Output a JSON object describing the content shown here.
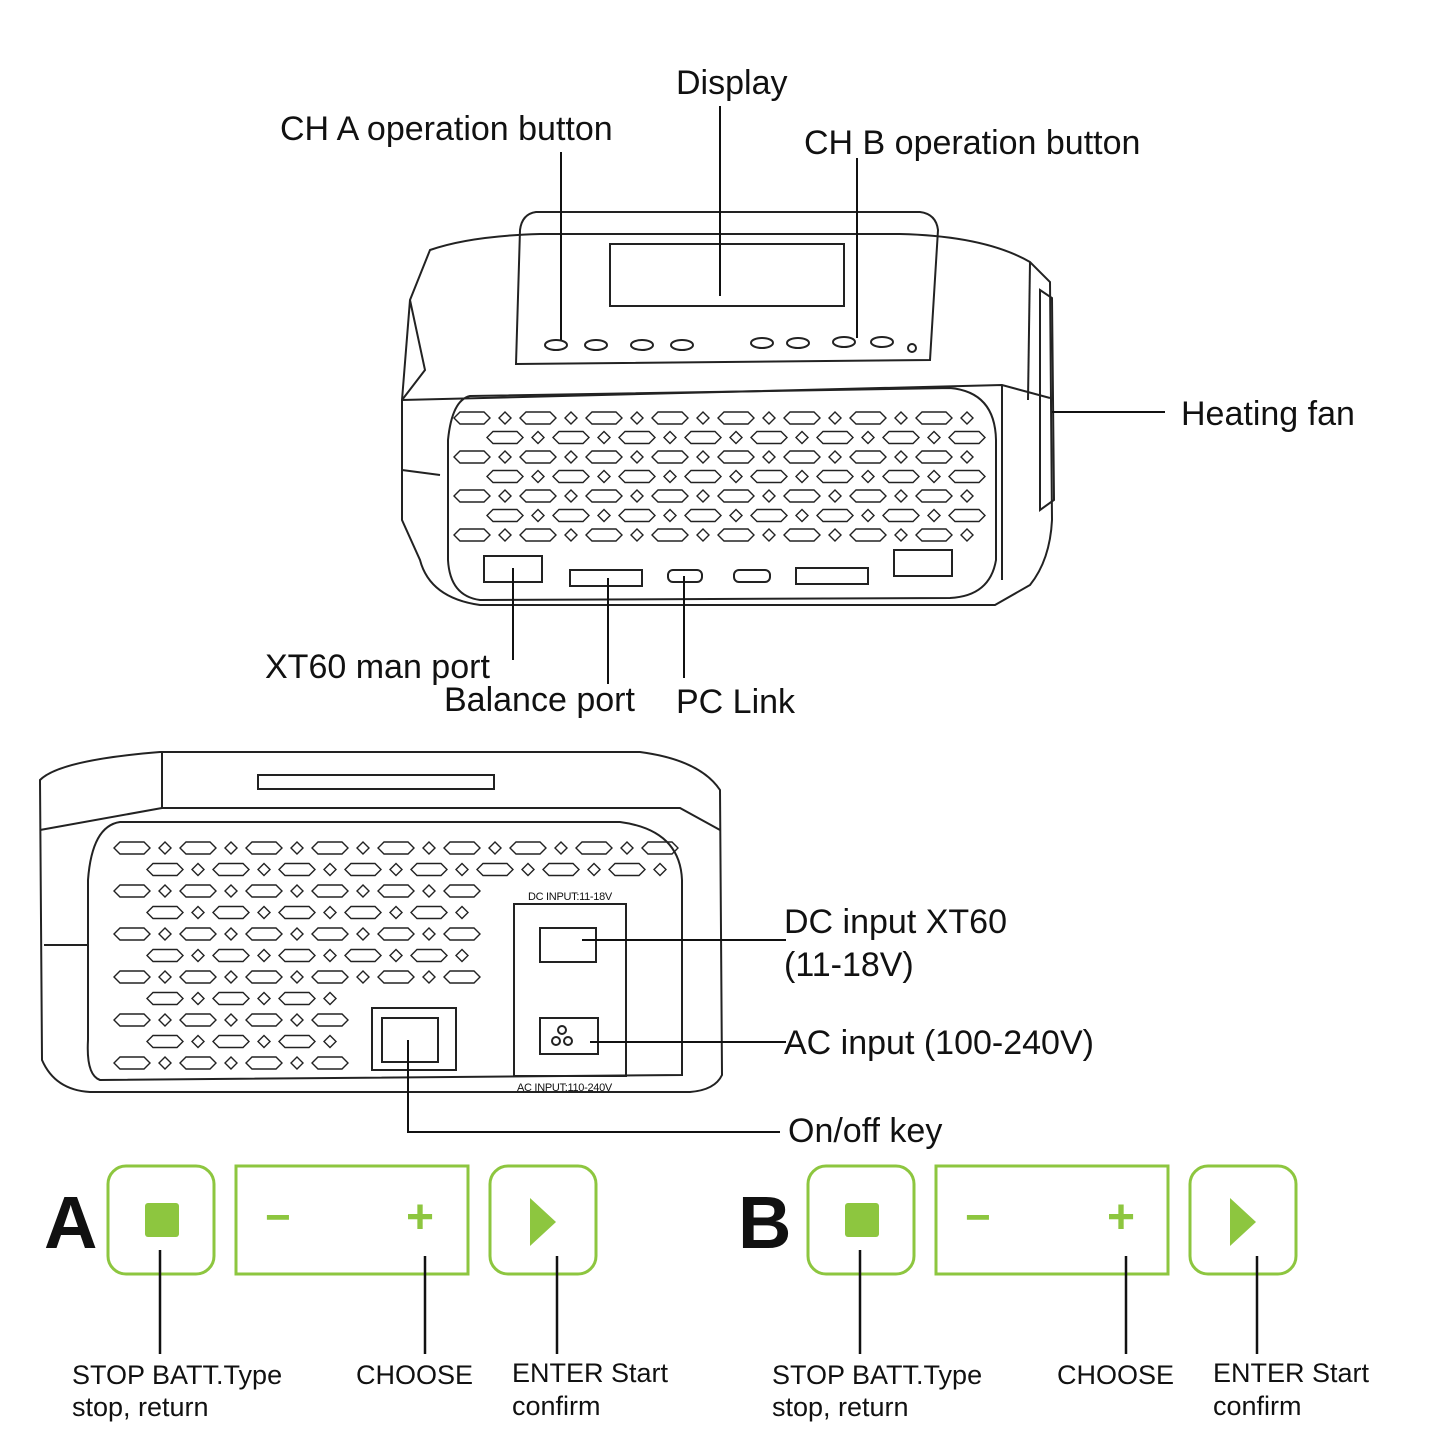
{
  "top_view": {
    "labels": {
      "display": "Display",
      "ch_a": "CH A operation button",
      "ch_b": "CH B operation button",
      "heating_fan": "Heating fan",
      "xt60": "XT60 man port",
      "balance": "Balance port",
      "pc_link": "PC Link"
    }
  },
  "back_view": {
    "panel_dc": "DC  INPUT:11-18V",
    "panel_ac": "AC  INPUT:110-240V",
    "labels": {
      "dc_input_line1": "DC input XT60",
      "dc_input_line2": "(11-18V)",
      "ac_input": "AC input (100-240V)",
      "onoff": "On/off key"
    }
  },
  "button_panels": [
    {
      "letter": "A",
      "stop_line1": "STOP BATT.Type",
      "stop_line2": "stop, return",
      "choose": "CHOOSE",
      "enter_line1": "ENTER Start",
      "enter_line2": "confirm",
      "minus": "−",
      "plus": "+"
    },
    {
      "letter": "B",
      "stop_line1": "STOP BATT.Type",
      "stop_line2": "stop, return",
      "choose": "CHOOSE",
      "enter_line1": "ENTER Start",
      "enter_line2": "confirm",
      "minus": "−",
      "plus": "+"
    }
  ],
  "colors": {
    "accent": "#8dc63f",
    "line": "#222222"
  }
}
